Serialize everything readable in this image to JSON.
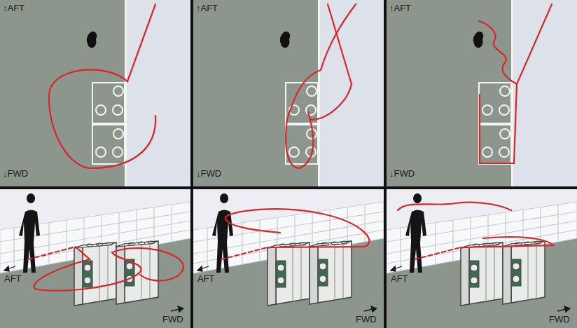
{
  "diagram": {
    "labels": [
      "↑AFT",
      "↓FWD",
      "↑AFT",
      "↓FWD",
      "↑AFT",
      "↓FWD",
      "AFT",
      "FWD",
      "AFT",
      "FWD",
      "AFT",
      "FWD"
    ]
  }
}
